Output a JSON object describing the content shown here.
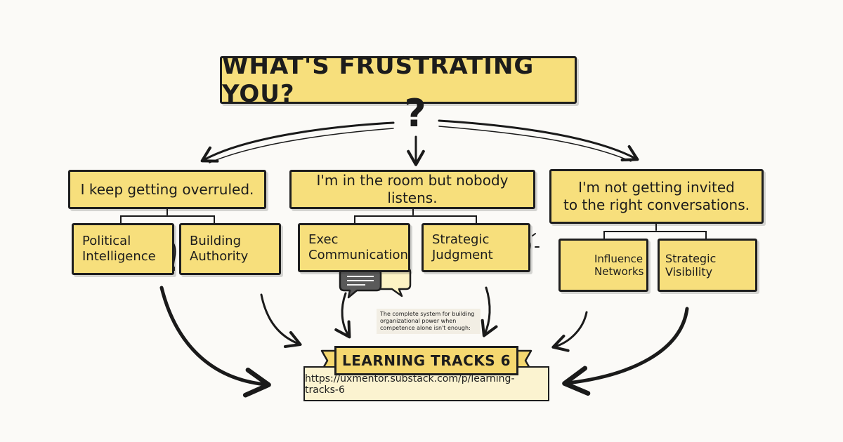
{
  "title": "WHAT'S FRUSTRATING YOU?",
  "question_mark": "?",
  "frustrations": [
    {
      "statement_lines": [
        "I keep getting overruled."
      ],
      "tracks": [
        {
          "lines": [
            "Political",
            "Intelligence"
          ],
          "icon": "chess-knight-icon"
        },
        {
          "lines": [
            "Building",
            "Authority"
          ],
          "icon": "shield-star-icon"
        }
      ]
    },
    {
      "statement_lines": [
        "I'm in the room but nobody listens."
      ],
      "tracks": [
        {
          "lines": [
            "Exec",
            "Communication"
          ],
          "icon": "speech-bubbles-icon"
        },
        {
          "lines": [
            "Strategic",
            "Judgment"
          ],
          "icon": "lightbulb-icon"
        }
      ]
    },
    {
      "statement_lines": [
        "I'm not getting invited",
        "to the right conversations."
      ],
      "tracks": [
        {
          "lines": [
            "Influence",
            "Networks"
          ],
          "icon": "network-nodes-icon"
        },
        {
          "lines": [
            "Strategic",
            "Visibility"
          ],
          "icon": "eye-icon"
        }
      ]
    }
  ],
  "note": "The complete system for building organizational power when competence alone isn't enough:",
  "banner": {
    "label": "LEARNING TRACKS 6",
    "url": "https://uxmentor.substack.com/p/learning-tracks-6"
  },
  "colors": {
    "highlight": "#f7df7c",
    "ink": "#1e1e1e"
  }
}
